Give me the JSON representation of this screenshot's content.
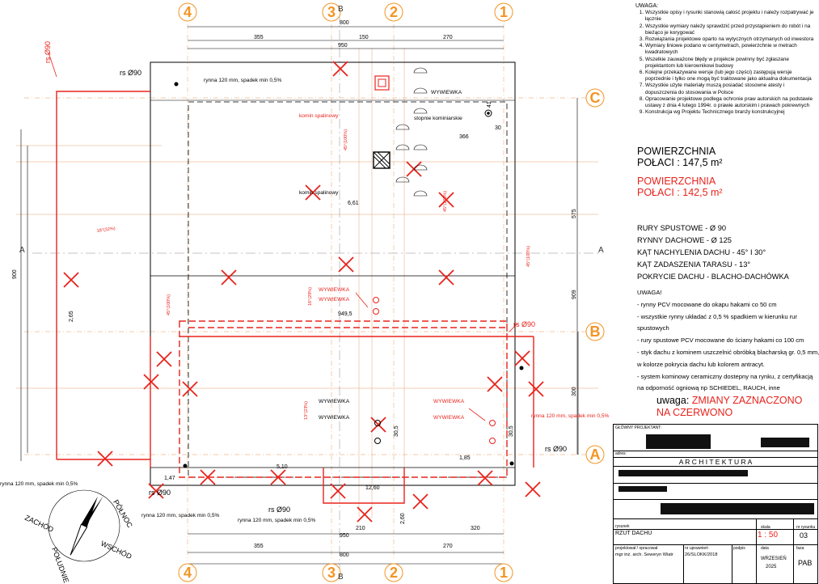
{
  "grid": {
    "cols": [
      "4",
      "3",
      "2",
      "1"
    ],
    "rows": [
      "C",
      "B",
      "A"
    ],
    "section_marks": [
      "A",
      "A",
      "B",
      "B"
    ]
  },
  "dims": {
    "top1": [
      "800",
      "355",
      "950",
      "150",
      "270"
    ],
    "bottom": [
      "950",
      "800",
      "355",
      "270",
      "320",
      "210",
      "12,60"
    ],
    "right": [
      "575",
      "909",
      "300"
    ],
    "left": [
      "900"
    ],
    "inner": [
      "41",
      "30",
      "366",
      "6,61",
      "949,5",
      "1,47",
      "5,10",
      "1,85",
      "2,65",
      "2,60",
      "30,5",
      "30,5"
    ]
  },
  "labels": {
    "rs1": "rs Ø90",
    "rs2": "rs Ø90",
    "rs3": "rs Ø90",
    "rs4": "rs Ø90",
    "rs5": "rs Ø90",
    "rynna1": "rynna 120 mm, spadek min 0,5%",
    "rynna2": "rynna 120 mm, spadek min 0,5%",
    "rynna3": "rynna 120 mm, spadek min 0,5%",
    "rynna4": "rynna 120 mm, spadek min 0,5%",
    "rynna5": "rynna 120 mm, spadek min 0,5%",
    "wywiewka1": "WYWIEWKA",
    "wywiewka2": "WYWIEWKA",
    "wywiewka3": "WYWIEWKA",
    "wywiewka4": "WYWIEWKA",
    "wywiewka5": "WYWIEWKA",
    "wywiewka6": "WYWIEWKA",
    "wywiewka7": "WYWIEWKA",
    "komin1": "komin spalinowy",
    "komin2": "komin spalinowy",
    "stopnie": "stopnie kominiarskie",
    "slopes": [
      "45°(100%)",
      "45°(100%)",
      "45°(100%)",
      "18°(32%)",
      "16°(29%)",
      "13°(23%)",
      "45°(100%)"
    ]
  },
  "compass": {
    "n": "PÓŁNOC",
    "e": "WSCHÓD",
    "w": "ZACHÓD",
    "s": "POŁUDNIE"
  },
  "notes": {
    "title": "UWAGA:",
    "items": [
      "Wszystkie opisy i rysunki stanowią całość projektu i należy rozpatrywać je łącznie",
      "Wszystkie wymiary należy sprawdzić przed przystąpieniem do robót i na bieżąco je korygować",
      "Rozwiązania projektowe oparto na wytycznych otrzymanych od inwestora",
      "Wymiary liniowe podano w centymetrach, powierzchnie w metrach kwadratowych",
      "Wszelkie zauważone błędy w projekcie powinny być zgłaszane projektantom lub kierownikowi budowy",
      "Kolejne przekazywane wersje (lub jego części) zastępują wersje poprzednie i tylko one mogą być traktowane jako aktualna dokumentacja",
      "Wszystkie użyte materiały muszą posiadać stosowne atesty i dopuszczenia do stosowania w Polsce",
      "Opracowanie projektowe podlega ochronie praw autorskich na podstawie ustawy z dnia 4 lutego 1994r. o prawie autorskim i prawach pokrewnych",
      "Konstrukcja wg Projektu Technicznego branży konstrukcyjnej"
    ]
  },
  "area1": {
    "l1": "POWIERZCHNIA",
    "l2": "POŁACI : 147,5 m²"
  },
  "area2": {
    "l1": "POWIERZCHNIA",
    "l2": "POŁACI : 142,5 m²"
  },
  "specs": [
    "RURY SPUSTOWE - Ø 90",
    "RYNNY DACHOWE - Ø 125",
    "KĄT NACHYLENIA DACHU - 45° I 30°",
    "KĄT ZADASZENIA TARASU - 13°",
    "POKRYCIE DACHU - BLACHO-DACHÓWKA"
  ],
  "notes2": {
    "title": "UWAGA!",
    "items": [
      "- rynny PCV mocowane do okapu hakami co 50 cm",
      "- wszystkie rynny układać z 0,5 % spadkiem w kierunku rur spustowych",
      "- rury spustowe PCV mocowane do ściany hakami co 100 cm",
      "- styk dachu z kominem uszczelnić obróbką blacharską gr. 0,5 mm, w kolorze pokrycia dachu lub kolorem antracyt.",
      "- system kominowy ceramiczny dostepny na rynku, z certyfikacją na odporność ogniową np SCHIEDEL, RAUCH, inne"
    ]
  },
  "change": {
    "prefix": "uwaga: ",
    "text1": "ZMIANY ZAZNACZONO",
    "text2": "NA CZERWONO"
  },
  "titleblock": {
    "designer_label": "GŁÓWNY PROJEKTANT:",
    "address_label": "adres:",
    "section": "A R C H I T E K T U R A",
    "drawing_label": "rysunek",
    "drawing": "RZUT DACHU",
    "author_label": "projektował / opracował",
    "author": "mgr inż. arch. Seweryn Wiatr",
    "perm_label": "nr uprawnień",
    "perm": "26/SLOKK/2018",
    "sign_label": "podpis",
    "scale_label": "skala",
    "scale": "1 : 50",
    "date_label": "data",
    "date1": "WRZESIEŃ",
    "date2": "2025",
    "sheet_label": "nr rysunku",
    "sheet": "03",
    "stage_label": "faza",
    "stage": "PAB"
  },
  "colors": {
    "red": "#e8231c",
    "orange": "#f39423",
    "black": "#000000"
  }
}
